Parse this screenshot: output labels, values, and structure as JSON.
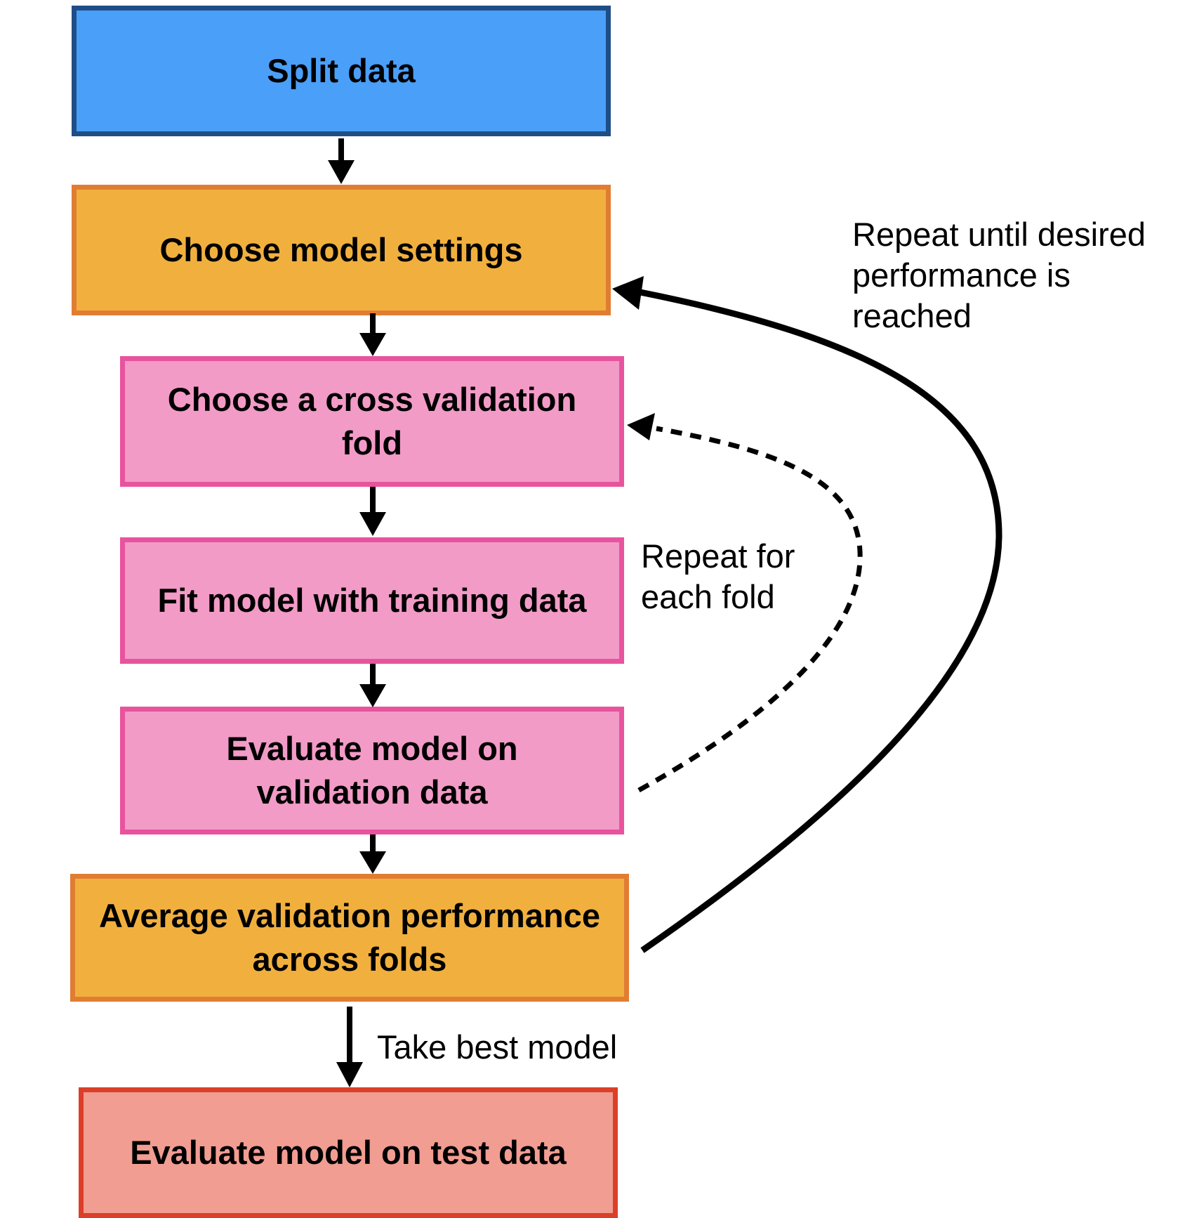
{
  "colors": {
    "blue_fill": "#4A9FF8",
    "blue_border": "#1F4E86",
    "orange_fill": "#F1B03E",
    "orange_border": "#E17D33",
    "pink_fill": "#F29BC7",
    "pink_border": "#E8539E",
    "red_fill": "#F19D92",
    "red_border": "#DB3F29"
  },
  "nodes": {
    "split": "Split data",
    "settings": "Choose model settings",
    "fold": "Choose a cross validation\nfold",
    "fit": "Fit model with training data",
    "evaluate": "Evaluate model on\nvalidation data",
    "average": "Average validation performance\nacross folds",
    "test": "Evaluate model on test data"
  },
  "labels": {
    "repeat_until": "Repeat until desired\nperformance is\nreached",
    "repeat_fold": "Repeat for\neach fold",
    "take_best": "Take best model"
  }
}
